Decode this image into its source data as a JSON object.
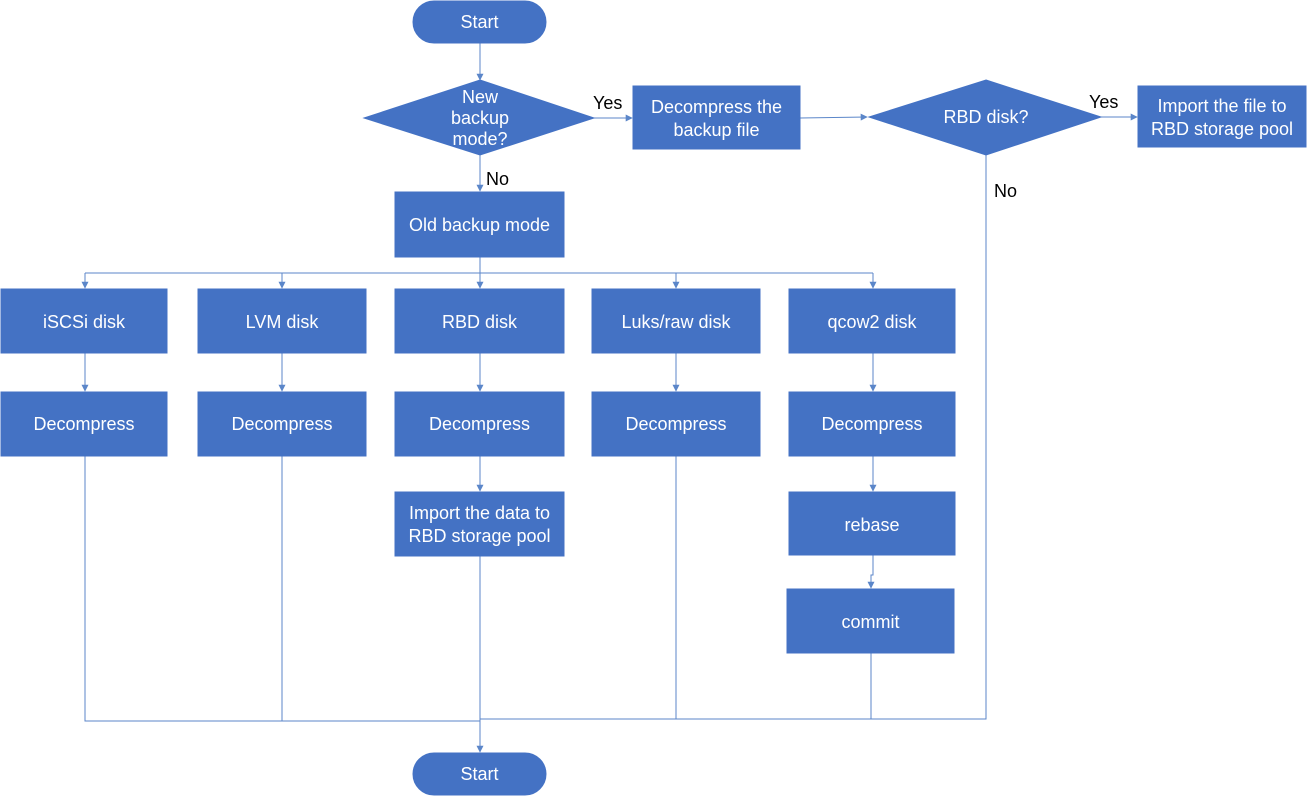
{
  "colors": {
    "node_fill": "#4472c4",
    "connector": "#5b86c9",
    "node_text": "#ffffff",
    "edge_label": "#000000"
  },
  "nodes": {
    "start_top": "Start",
    "new_mode_q": [
      "New",
      "backup",
      "mode?"
    ],
    "decompress_backup": [
      "Decompress the",
      "backup file"
    ],
    "rbd_disk_q": "RBD disk?",
    "import_file": [
      "Import the file to",
      "RBD storage pool"
    ],
    "old_mode": "Old backup mode",
    "disks": [
      "iSCSi disk",
      "LVM disk",
      "RBD disk",
      "Luks/raw disk",
      "qcow2 disk"
    ],
    "decompress": [
      "Decompress",
      "Decompress",
      "Decompress",
      "Decompress",
      "Decompress"
    ],
    "import_data": [
      "Import the data to",
      "RBD storage pool"
    ],
    "rebase": "rebase",
    "commit": "commit",
    "start_bottom": "Start"
  },
  "edge_labels": {
    "yes_new_mode": "Yes",
    "no_new_mode": "No",
    "yes_rbd": "Yes",
    "no_rbd": "No"
  }
}
